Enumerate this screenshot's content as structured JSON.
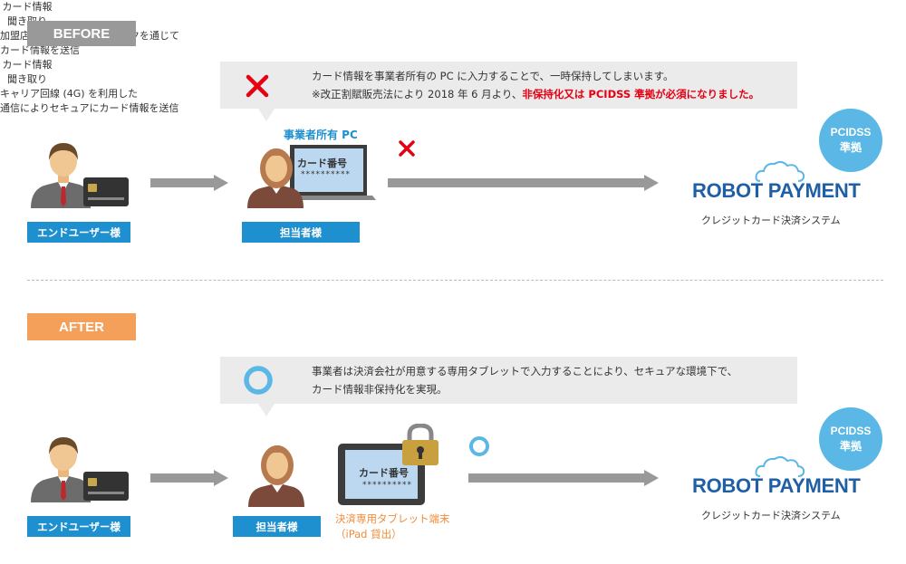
{
  "before": {
    "tag": "BEFORE",
    "callout_line1": "カード情報を事業者所有の PC に入力することで、一時保持してしまいます。",
    "callout_line2_a": "※改正割賦販売法により 2018 年 6 月より、",
    "callout_line2_b": "非保持化又は PCIDSS 準拠が必須になりました。",
    "end_user_label": "エンドユーザー様",
    "arrow1_line1": "カード情報",
    "arrow1_line2": "聞き取り",
    "pc_caption": "事業者所有 PC",
    "screen_title": "カード番号",
    "screen_mask": "**********",
    "staff_label": "担当者様",
    "network_line1": "加盟店側保有するネットワークを通じて",
    "network_line2": "カード情報を送信",
    "badge_line1": "PCIDSS",
    "badge_line2": "準拠",
    "logo_a": "ROBOT",
    "logo_b": "PAYMENT",
    "logo_sub": "クレジットカード決済システム"
  },
  "after": {
    "tag": "AFTER",
    "callout_line1": "事業者は決済会社が用意する専用タブレットで入力することにより、セキュアな環境下で、",
    "callout_line2": "カード情報非保持化を実現。",
    "end_user_label": "エンドユーザー様",
    "arrow1_line1": "カード情報",
    "arrow1_line2": "聞き取り",
    "staff_label": "担当者様",
    "screen_title": "カード番号",
    "screen_mask": "**********",
    "tablet_line1": "決済専用タブレット端末",
    "tablet_line2": "（iPad 貸出）",
    "network_line1": "キャリア回線 (4G) を利用した",
    "network_line2": "通信によりセキュアにカード情報を送信",
    "badge_line1": "PCIDSS",
    "badge_line2": "準拠",
    "logo_a": "ROBOT",
    "logo_b": "PAYMENT",
    "logo_sub": "クレジットカード決済システム"
  },
  "colors": {
    "before_tag": "#999999",
    "after_tag": "#f5a05a",
    "label_blue": "#1e8fcf",
    "badge": "#5ab7e6",
    "logo": "#1e5fa6",
    "cross": "#e60012",
    "circle": "#5ab7e6",
    "lock": "#c8a040"
  }
}
